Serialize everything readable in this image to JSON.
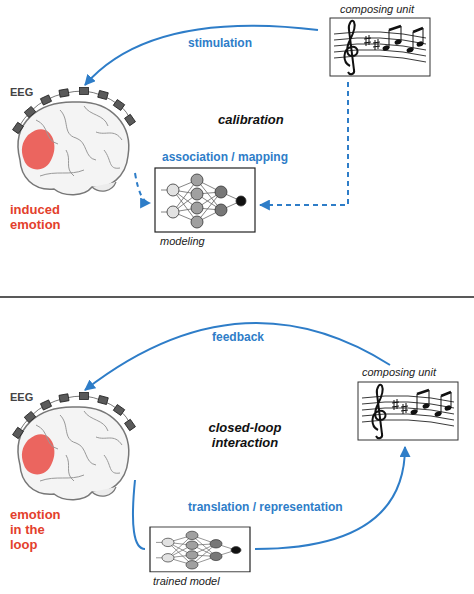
{
  "diagram": {
    "nodes": [
      {
        "text": [
          "composing unit"
        ]
      },
      {
        "text": [
          "EEG",
          "induced emotion"
        ]
      },
      {
        "text": [
          "modeling"
        ]
      },
      {
        "text": [
          "composing unit"
        ]
      },
      {
        "text": [
          "EEG",
          "emotion in the loop"
        ]
      },
      {
        "text": [
          "trained model"
        ]
      }
    ],
    "edges": [
      {
        "from": 0,
        "to": 1,
        "label": "stimulation",
        "arrow": "to"
      },
      {
        "from": 1,
        "to": 2,
        "arrow": "to"
      },
      {
        "from": 0,
        "to": 2,
        "arrow": "to"
      },
      {
        "from": 3,
        "to": 4,
        "label": "feedback",
        "arrow": "to"
      },
      {
        "from": 4,
        "to": 5,
        "arrow": "none"
      },
      {
        "from": 5,
        "to": 3,
        "label": "translation / representation",
        "arrow": "to"
      }
    ],
    "labels": [
      "calibration",
      "association / mapping",
      "closed-loop interaction"
    ]
  }
}
